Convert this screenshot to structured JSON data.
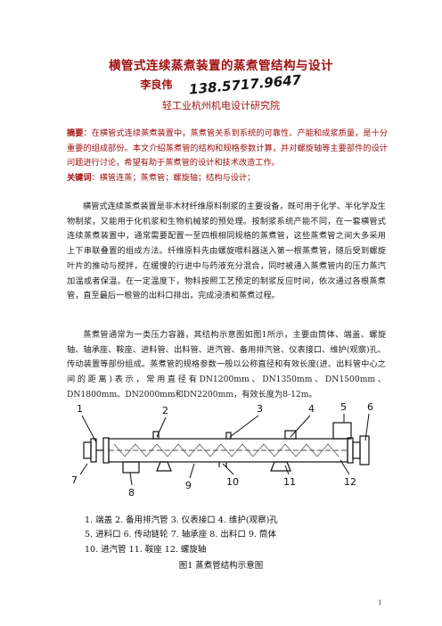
{
  "title": "横管式连续蒸煮装置的蒸煮管结构与设计",
  "author": "李良伟",
  "handwritten_phone": "138.5717.9647",
  "affiliation": "轻工业杭州机电设计研究院",
  "abstract": {
    "label": "摘要",
    "text": "：在横管式连续蒸煮装置中，蒸煮管关系到系统的可靠性、产能和成浆质量，是十分重要的组成部份。本文介绍蒸煮管的结构和规格参数计算，并对螺旋轴等主要部件的设计问题进行讨论，希望有助于蒸煮管的设计和技术改造工作。"
  },
  "keywords": {
    "label": "关键词",
    "text": "：横管连蒸；蒸煮管；螺旋轴；结构与设计；"
  },
  "paragraphs": {
    "p1": "横管式连续蒸煮装置是非木材纤维原料制浆的主要设备，既可用于化学、半化学及生物制浆，又能用于化机浆和生物机械浆的预处理。按制浆系统产能不同，在一套横管式连续蒸煮装置中，通常需要配置一至四根相同规格的蒸煮管，这些蒸煮管之间大多采用上下串联叠置的组成方法。纤维原料先由螺旋喂料器送入第一根蒸煮管，随后受到螺旋叶片的推动与搅拌，在缓慢的行进中与药液充分混合，同时被通入蒸煮管内的压力蒸汽加温或者保温。在一定温度下，物料按照工艺预定的制浆反应时间，依次通过各根蒸煮管，直至最后一根管的出料口排出，完成浸渍和蒸煮过程。",
    "p2": "蒸煮管通常为一类压力容器，其结构示意图如图1所示，主要由筒体、端盖、螺旋轴、轴承座、鞍座、进料管、出料管、进汽管、备用排汽管、仪表接口、维护(观察)孔、传动装置等部份组成。蒸煮管的规格参数一般以公称直径和有效长度(进、出料管中心之间的距离)表示，常用直径有DN1200mm、DN1350mm、DN1500mm、DN1800mm、DN2000mm和DN2200mm，有效长度为8-12m。"
  },
  "figure": {
    "callouts": [
      "1",
      "2",
      "3",
      "4",
      "5",
      "6",
      "7",
      "8",
      "9",
      "10",
      "11",
      "12"
    ],
    "legend_rows": [
      "1. 端盖    2. 备用排汽管    3. 仪表接口    4. 维护(观察)孔",
      "5. 进料口   6. 传动链轮    7. 轴承座    8. 出料口    9. 筒体",
      "10. 进汽管    11. 鞍座       12. 螺旋轴"
    ],
    "caption": "图1   蒸煮管结构示意图"
  },
  "page_number": "1",
  "colors": {
    "heading": "#a01010",
    "body": "#222222"
  }
}
